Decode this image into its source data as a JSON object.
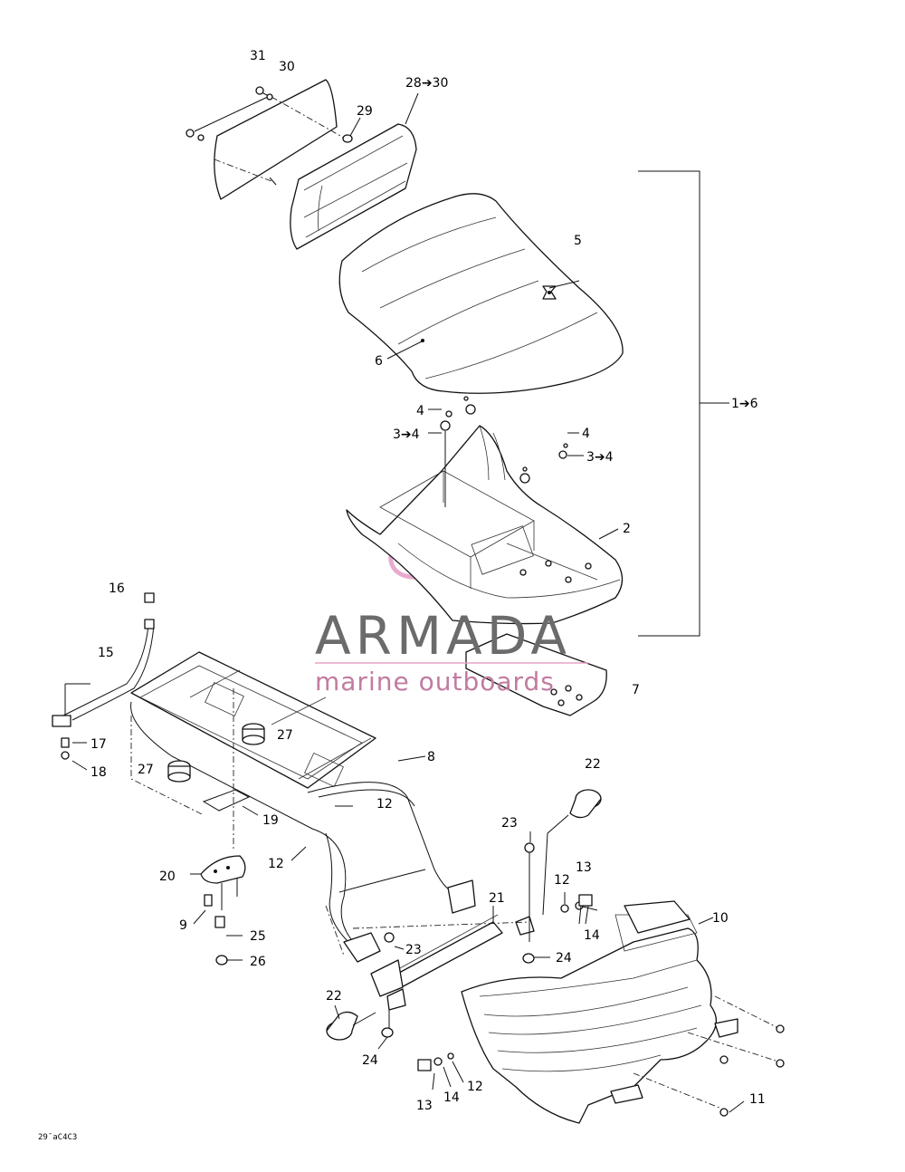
{
  "watermark": {
    "brand": "ARMADA",
    "tagline": "marine outboards",
    "brand_color": "#6b6b6b",
    "accent_color": "#e6a3c8"
  },
  "drawing_code": "29¯aC4C3",
  "callouts": {
    "c31": "31",
    "c30": "30",
    "c28_30": "28➔30",
    "c29": "29",
    "c5": "5",
    "c6": "6",
    "c1_6": "1➔6",
    "c4a": "4",
    "c3_4a": "3➔4",
    "c4b": "4",
    "c3_4b": "3➔4",
    "c2": "2",
    "c7": "7",
    "c16": "16",
    "c15": "15",
    "c17": "17",
    "c18": "18",
    "c27a": "27",
    "c27b": "27",
    "c8": "8",
    "c19": "19",
    "c12a": "12",
    "c12b": "12",
    "c20": "20",
    "c9": "9",
    "c25": "25",
    "c26": "26",
    "c22a": "22",
    "c23a": "23",
    "c13a": "13",
    "c12c": "12",
    "c14a": "14",
    "c10": "10",
    "c21": "21",
    "c23b": "23",
    "c24a": "24",
    "c22b": "22",
    "c24b": "24",
    "c13b": "13",
    "c14b": "14",
    "c12d": "12",
    "c11": "11"
  }
}
